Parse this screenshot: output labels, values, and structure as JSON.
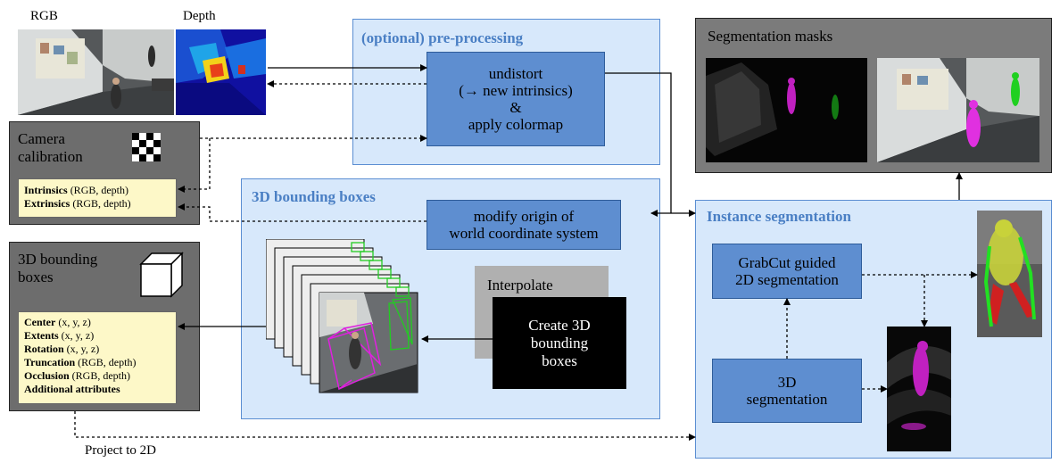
{
  "inputs": {
    "rgb_label": "RGB",
    "depth_label": "Depth"
  },
  "calibration": {
    "title_line1": "Camera",
    "title_line2": "calibration",
    "intrinsics_key": "Intrinsics",
    "intrinsics_val": " (RGB, depth)",
    "extrinsics_key": "Extrinsics",
    "extrinsics_val": " (RGB, depth)"
  },
  "bbox_output": {
    "title_line1": "3D bounding",
    "title_line2": "boxes",
    "attributes": [
      {
        "key": "Center",
        "val": " (x, y, z)"
      },
      {
        "key": "Extents",
        "val": " (x, y, z)"
      },
      {
        "key": "Rotation",
        "val": " (x, y, z)"
      },
      {
        "key": "Truncation",
        "val": " (RGB, depth)"
      },
      {
        "key": "Occlusion",
        "val": " (RGB, depth)"
      },
      {
        "key": "Additional attributes",
        "val": ""
      }
    ]
  },
  "preprocessing": {
    "title": "(optional) pre-processing",
    "box_line1": "undistort",
    "box_line2": "(→ new intrinsics)",
    "box_line3": "&",
    "box_line4": "apply colormap"
  },
  "bbox_panel": {
    "title": "3D bounding boxes",
    "modify_line1": "modify origin of",
    "modify_line2": "world coordinate system",
    "interpolate": "Interpolate",
    "create_line1": "Create 3D",
    "create_line2": "bounding",
    "create_line3": "boxes"
  },
  "segmentation_masks": {
    "title": "Segmentation masks"
  },
  "instance_segmentation": {
    "title": "Instance segmentation",
    "grabcut_line1": "GrabCut guided",
    "grabcut_line2": "2D segmentation",
    "seg3d_line1": "3D",
    "seg3d_line2": "segmentation"
  },
  "project_label": "Project to 2D",
  "colors": {
    "panel_light": "#d7e8fb",
    "panel_border": "#5b8ed2",
    "box_blue": "#5e8ed0",
    "panel_grey": "#6d6d6d",
    "note_yellow": "#fdf8c8",
    "title_blue": "#4a7fc4"
  }
}
